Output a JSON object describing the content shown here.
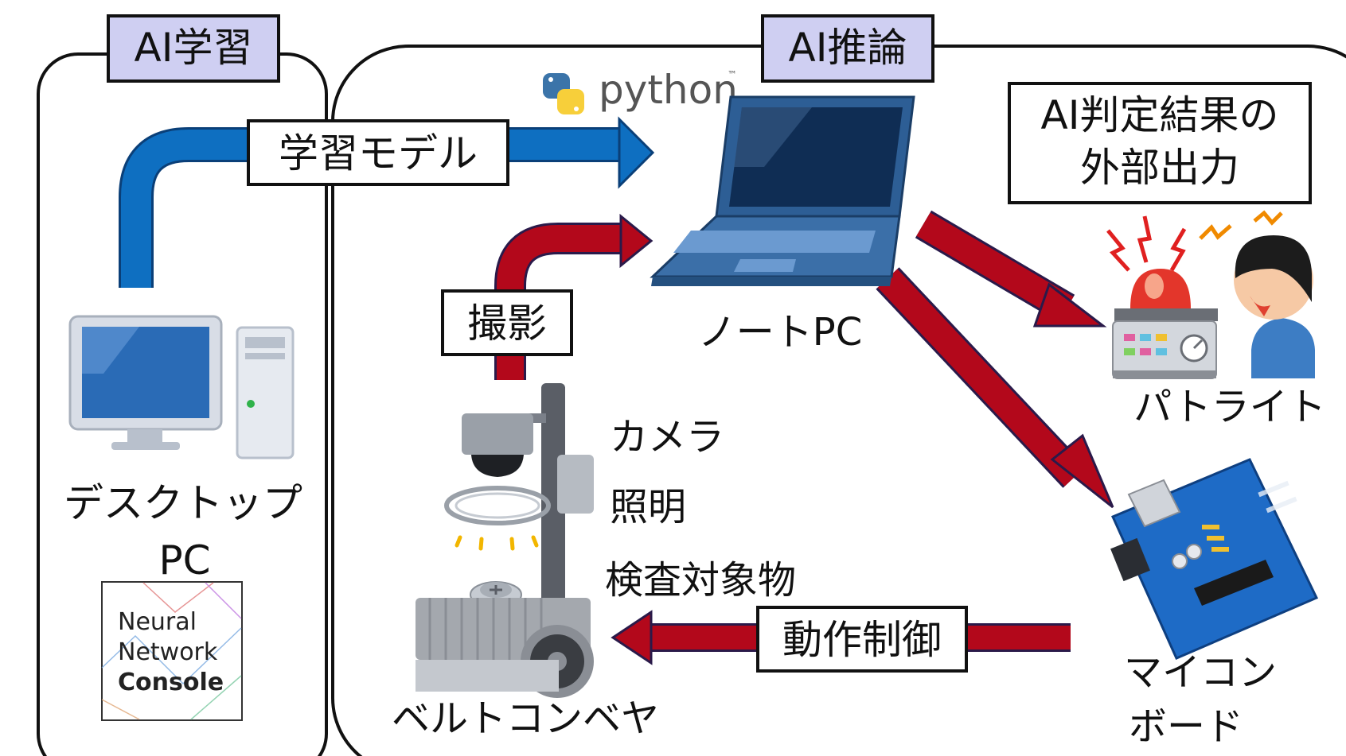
{
  "sections": {
    "training": {
      "title": "AI学習"
    },
    "inference": {
      "title": "AI推論"
    }
  },
  "flows": {
    "learned_model": "学習モデル",
    "capture": "撮影",
    "motion_control": "動作制御"
  },
  "output_box": {
    "line1": "AI判定結果の",
    "line2": "外部出力"
  },
  "devices": {
    "desktop": {
      "line1": "デスクトップ",
      "line2": "PC"
    },
    "laptop": "ノートPC",
    "patlite": "パトライト",
    "microcontroller": {
      "line1": "マイコン",
      "line2": "ボード"
    },
    "belt_conveyor": "ベルトコンベヤ"
  },
  "inspection_parts": {
    "camera": "カメラ",
    "lighting": "照明",
    "object": "検査対象物"
  },
  "python_logo": {
    "text": "python",
    "tm": "™"
  },
  "nnc_logo": {
    "line1": "Neural",
    "line2": "Network",
    "line3": "Console"
  },
  "colors": {
    "blue_arrow": "#0e6fc1",
    "red_arrow": "#b3081b",
    "section_label_bg": "#cfcff2",
    "screen_blue": "#2a6bb6",
    "laptop_blue": "#3b6fa8"
  }
}
